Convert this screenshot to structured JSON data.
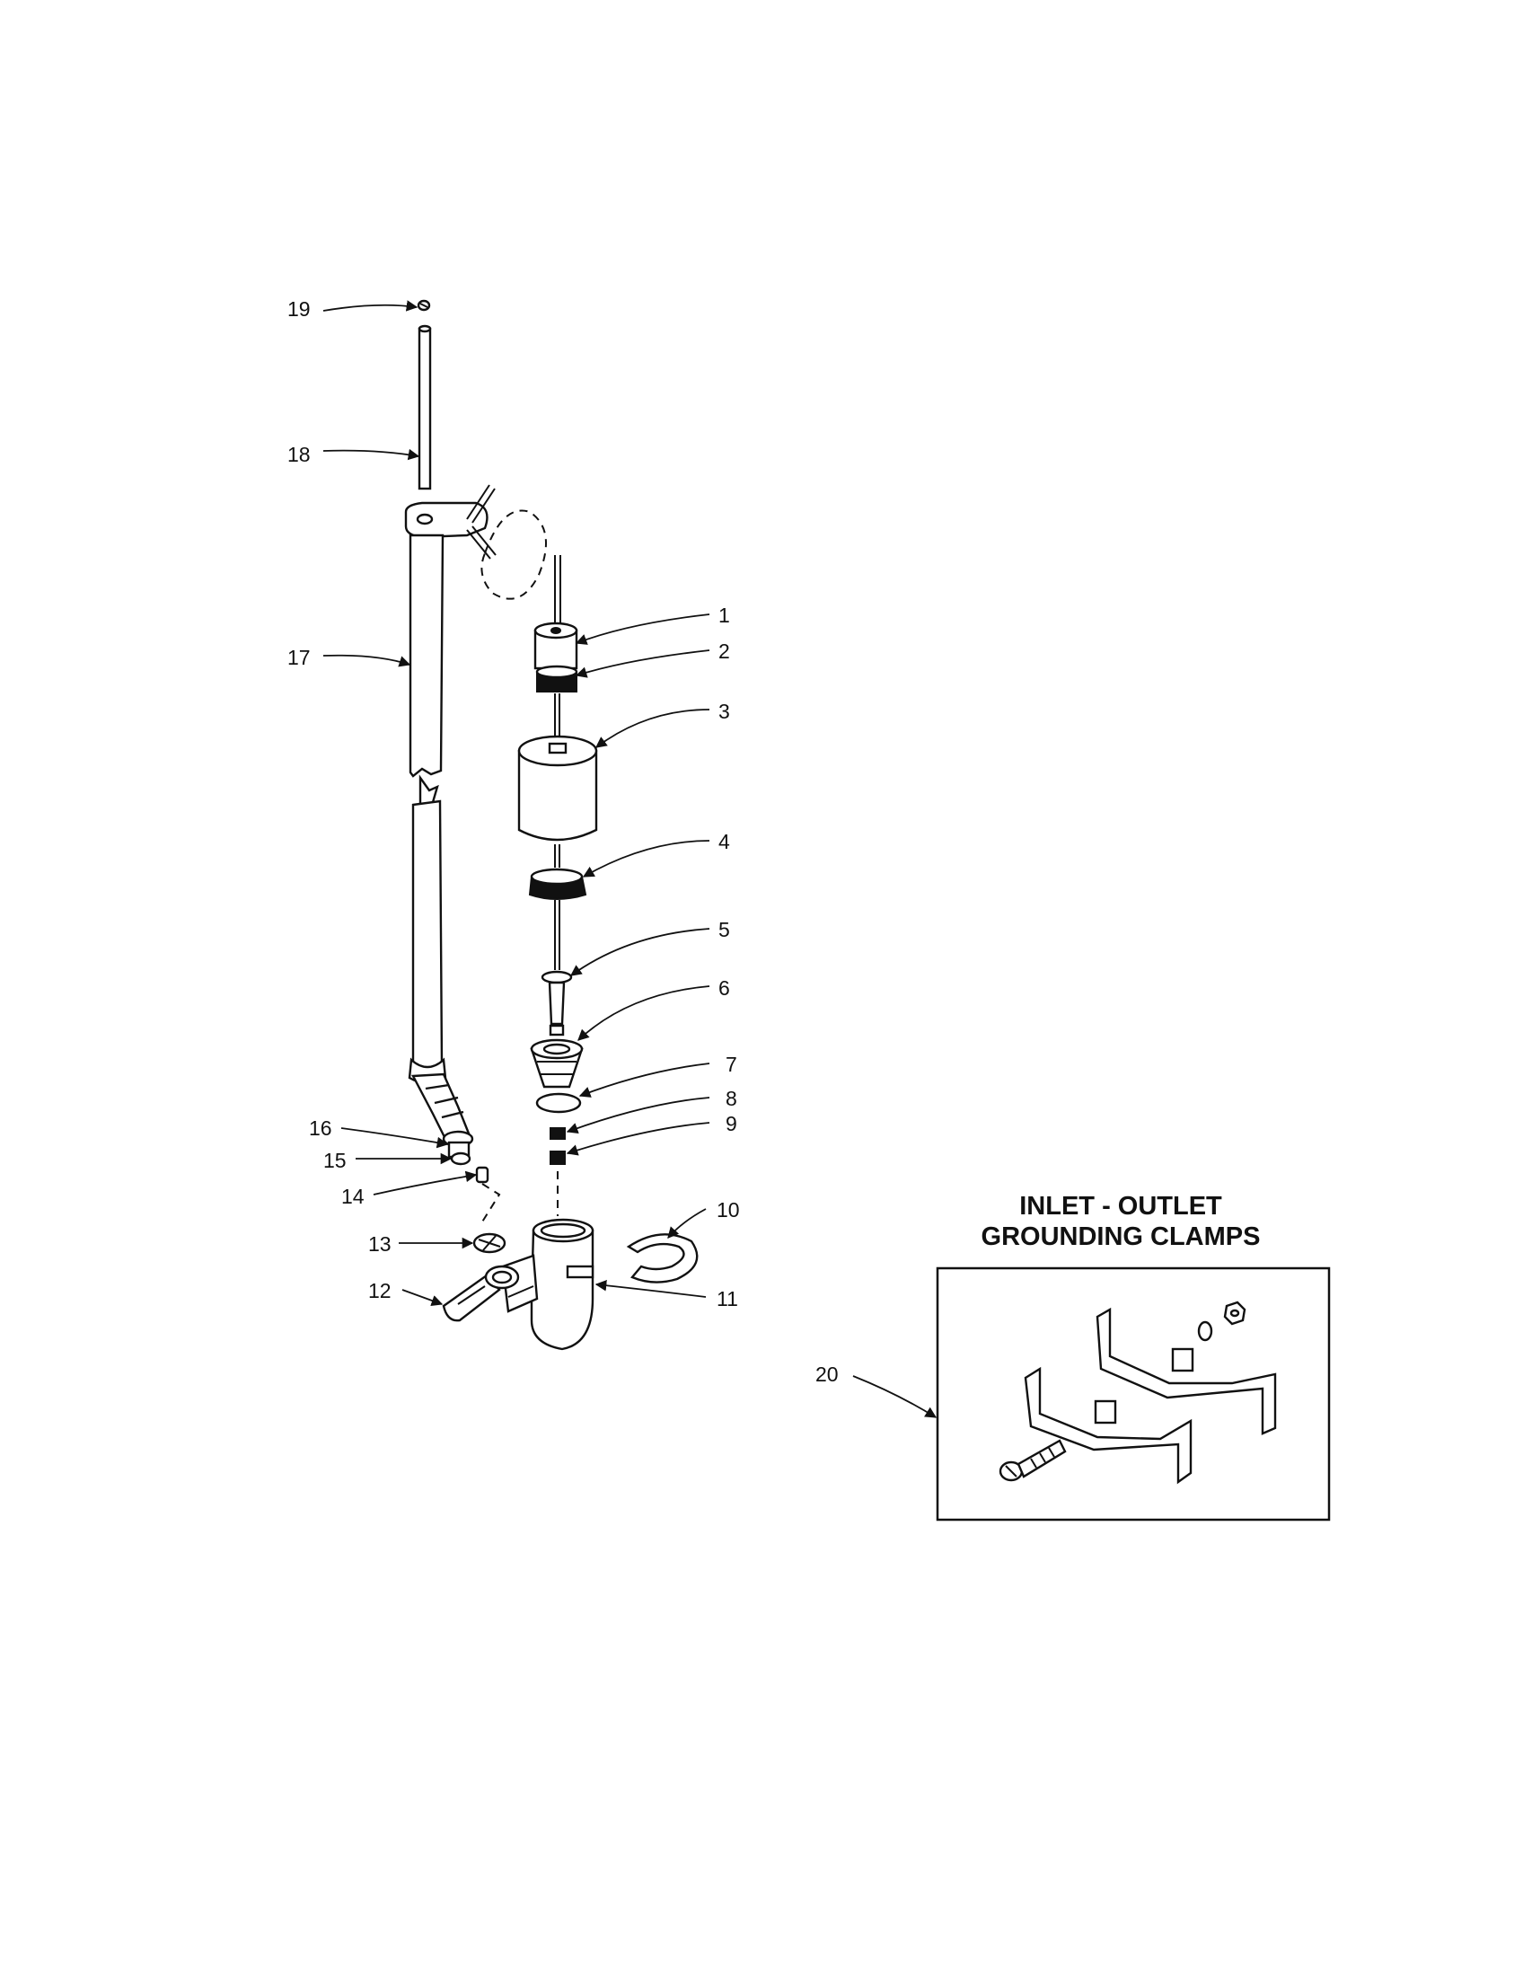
{
  "callouts": {
    "c1": "1",
    "c2": "2",
    "c3": "3",
    "c4": "4",
    "c5": "5",
    "c6": "6",
    "c7": "7",
    "c8": "8",
    "c9": "9",
    "c10": "10",
    "c11": "11",
    "c12": "12",
    "c13": "13",
    "c14": "14",
    "c15": "15",
    "c16": "16",
    "c17": "17",
    "c18": "18",
    "c19": "19",
    "c20": "20"
  },
  "inset": {
    "title_line1": "INLET - OUTLET",
    "title_line2": "GROUNDING CLAMPS"
  },
  "colors": {
    "ink": "#111111",
    "paper": "#ffffff"
  }
}
